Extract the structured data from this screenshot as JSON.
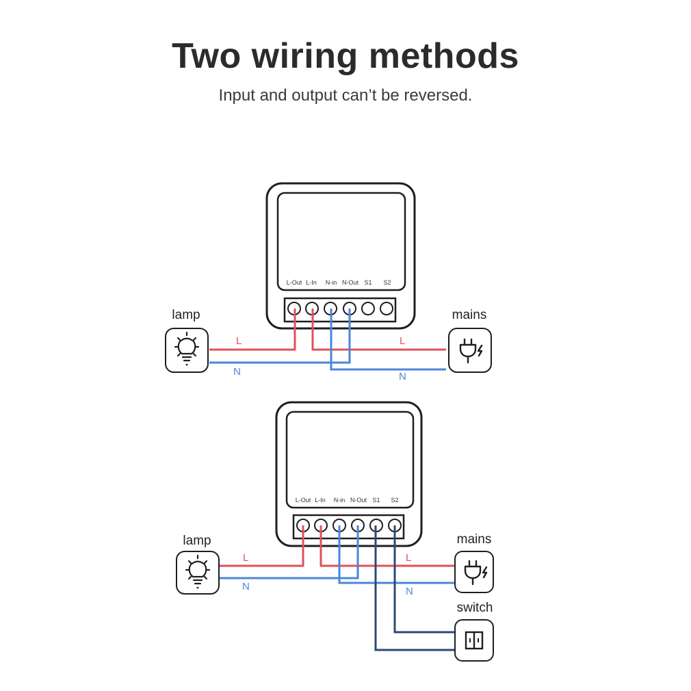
{
  "title": "Two wiring methods",
  "subtitle": "Input and output can’t be reversed.",
  "colors": {
    "live": "#e0505a",
    "neutral": "#4a86d8",
    "switch_wire": "#2c4a78",
    "outline": "#1e1e1e"
  },
  "diagram1": {
    "terminals": [
      "L-Out",
      "L-In",
      "N-in",
      "N-Out",
      "S1",
      "S2"
    ],
    "lamp_label": "lamp",
    "mains_label": "mains",
    "wire_labels": {
      "l_left": "L",
      "n_left": "N",
      "l_right": "L",
      "n_right": "N"
    },
    "icons": {
      "lamp": "lightbulb-icon",
      "mains": "plug-icon"
    }
  },
  "diagram2": {
    "terminals": [
      "L-Out",
      "L-In",
      "N-in",
      "N-Out",
      "S1",
      "S2"
    ],
    "lamp_label": "lamp",
    "mains_label": "mains",
    "switch_label": "switch",
    "wire_labels": {
      "l_left": "L",
      "n_left": "N",
      "l_right": "L",
      "n_right": "N"
    },
    "icons": {
      "lamp": "lightbulb-icon",
      "mains": "plug-icon",
      "switch": "wall-switch-icon"
    }
  }
}
